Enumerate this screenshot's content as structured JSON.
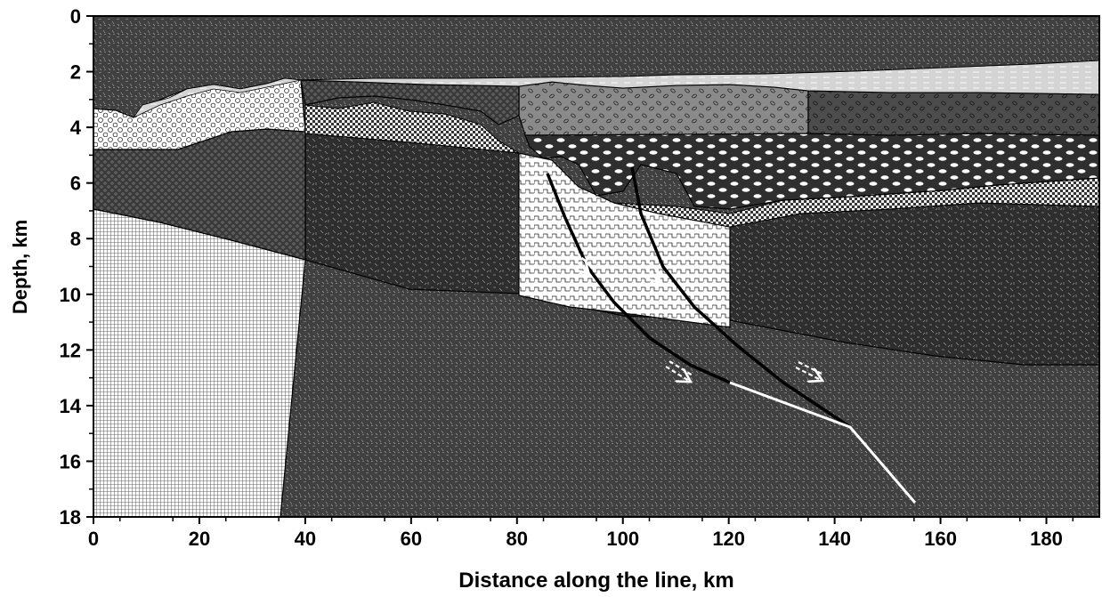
{
  "figure": {
    "xlabel": "Distance along the line, km",
    "ylabel": "Depth, km",
    "x_ticks": [
      "0",
      "20",
      "40",
      "60",
      "80",
      "100",
      "120",
      "140",
      "160",
      "180"
    ],
    "y_ticks": [
      "0",
      "2",
      "4",
      "6",
      "8",
      "10",
      "12",
      "14",
      "16",
      "18"
    ],
    "x_range_km": [
      0,
      190
    ],
    "depth_range_km": [
      0,
      18
    ]
  },
  "units": [
    {
      "id": "water",
      "name": "",
      "pattern": "horizontal-dashes-light",
      "color": "#cfcfcf"
    },
    {
      "id": "sand",
      "name": "",
      "pattern": "small-circles",
      "color": "#ffffff"
    },
    {
      "id": "dark-dots",
      "name": "",
      "pattern": "small-dots-dark",
      "color": "#3a3a3a"
    },
    {
      "id": "check",
      "name": "",
      "pattern": "checkerboard",
      "color": "#555555"
    },
    {
      "id": "ovals",
      "name": "",
      "pattern": "white-ovals-dark",
      "color": "#2f2f2f"
    },
    {
      "id": "irregular",
      "name": "",
      "pattern": "irregular-rings-grey",
      "color": "#8a8a8a"
    },
    {
      "id": "waves",
      "name": "",
      "pattern": "square-waves",
      "color": "#ffffff"
    },
    {
      "id": "crosshatch",
      "name": "",
      "pattern": "fine-grid",
      "color": "#bdbdbd"
    },
    {
      "id": "dashes",
      "name": "",
      "pattern": "random-dashes",
      "color": "#2e2e2e"
    },
    {
      "id": "crust",
      "name": "",
      "pattern": "random-dashes-dense",
      "color": "#404040"
    }
  ],
  "faults": [
    {
      "id": "fault-west",
      "label": "",
      "dip": "normal"
    },
    {
      "id": "fault-east",
      "label": "",
      "dip": "normal"
    }
  ],
  "arrows": [
    {
      "id": "arrow-1",
      "symbol": "double-dashed-arrow"
    },
    {
      "id": "arrow-2",
      "symbol": "double-dashed-arrow"
    },
    {
      "id": "arrow-3",
      "symbol": "double-dashed-arrow"
    },
    {
      "id": "arrow-4",
      "symbol": "double-dashed-arrow"
    }
  ]
}
